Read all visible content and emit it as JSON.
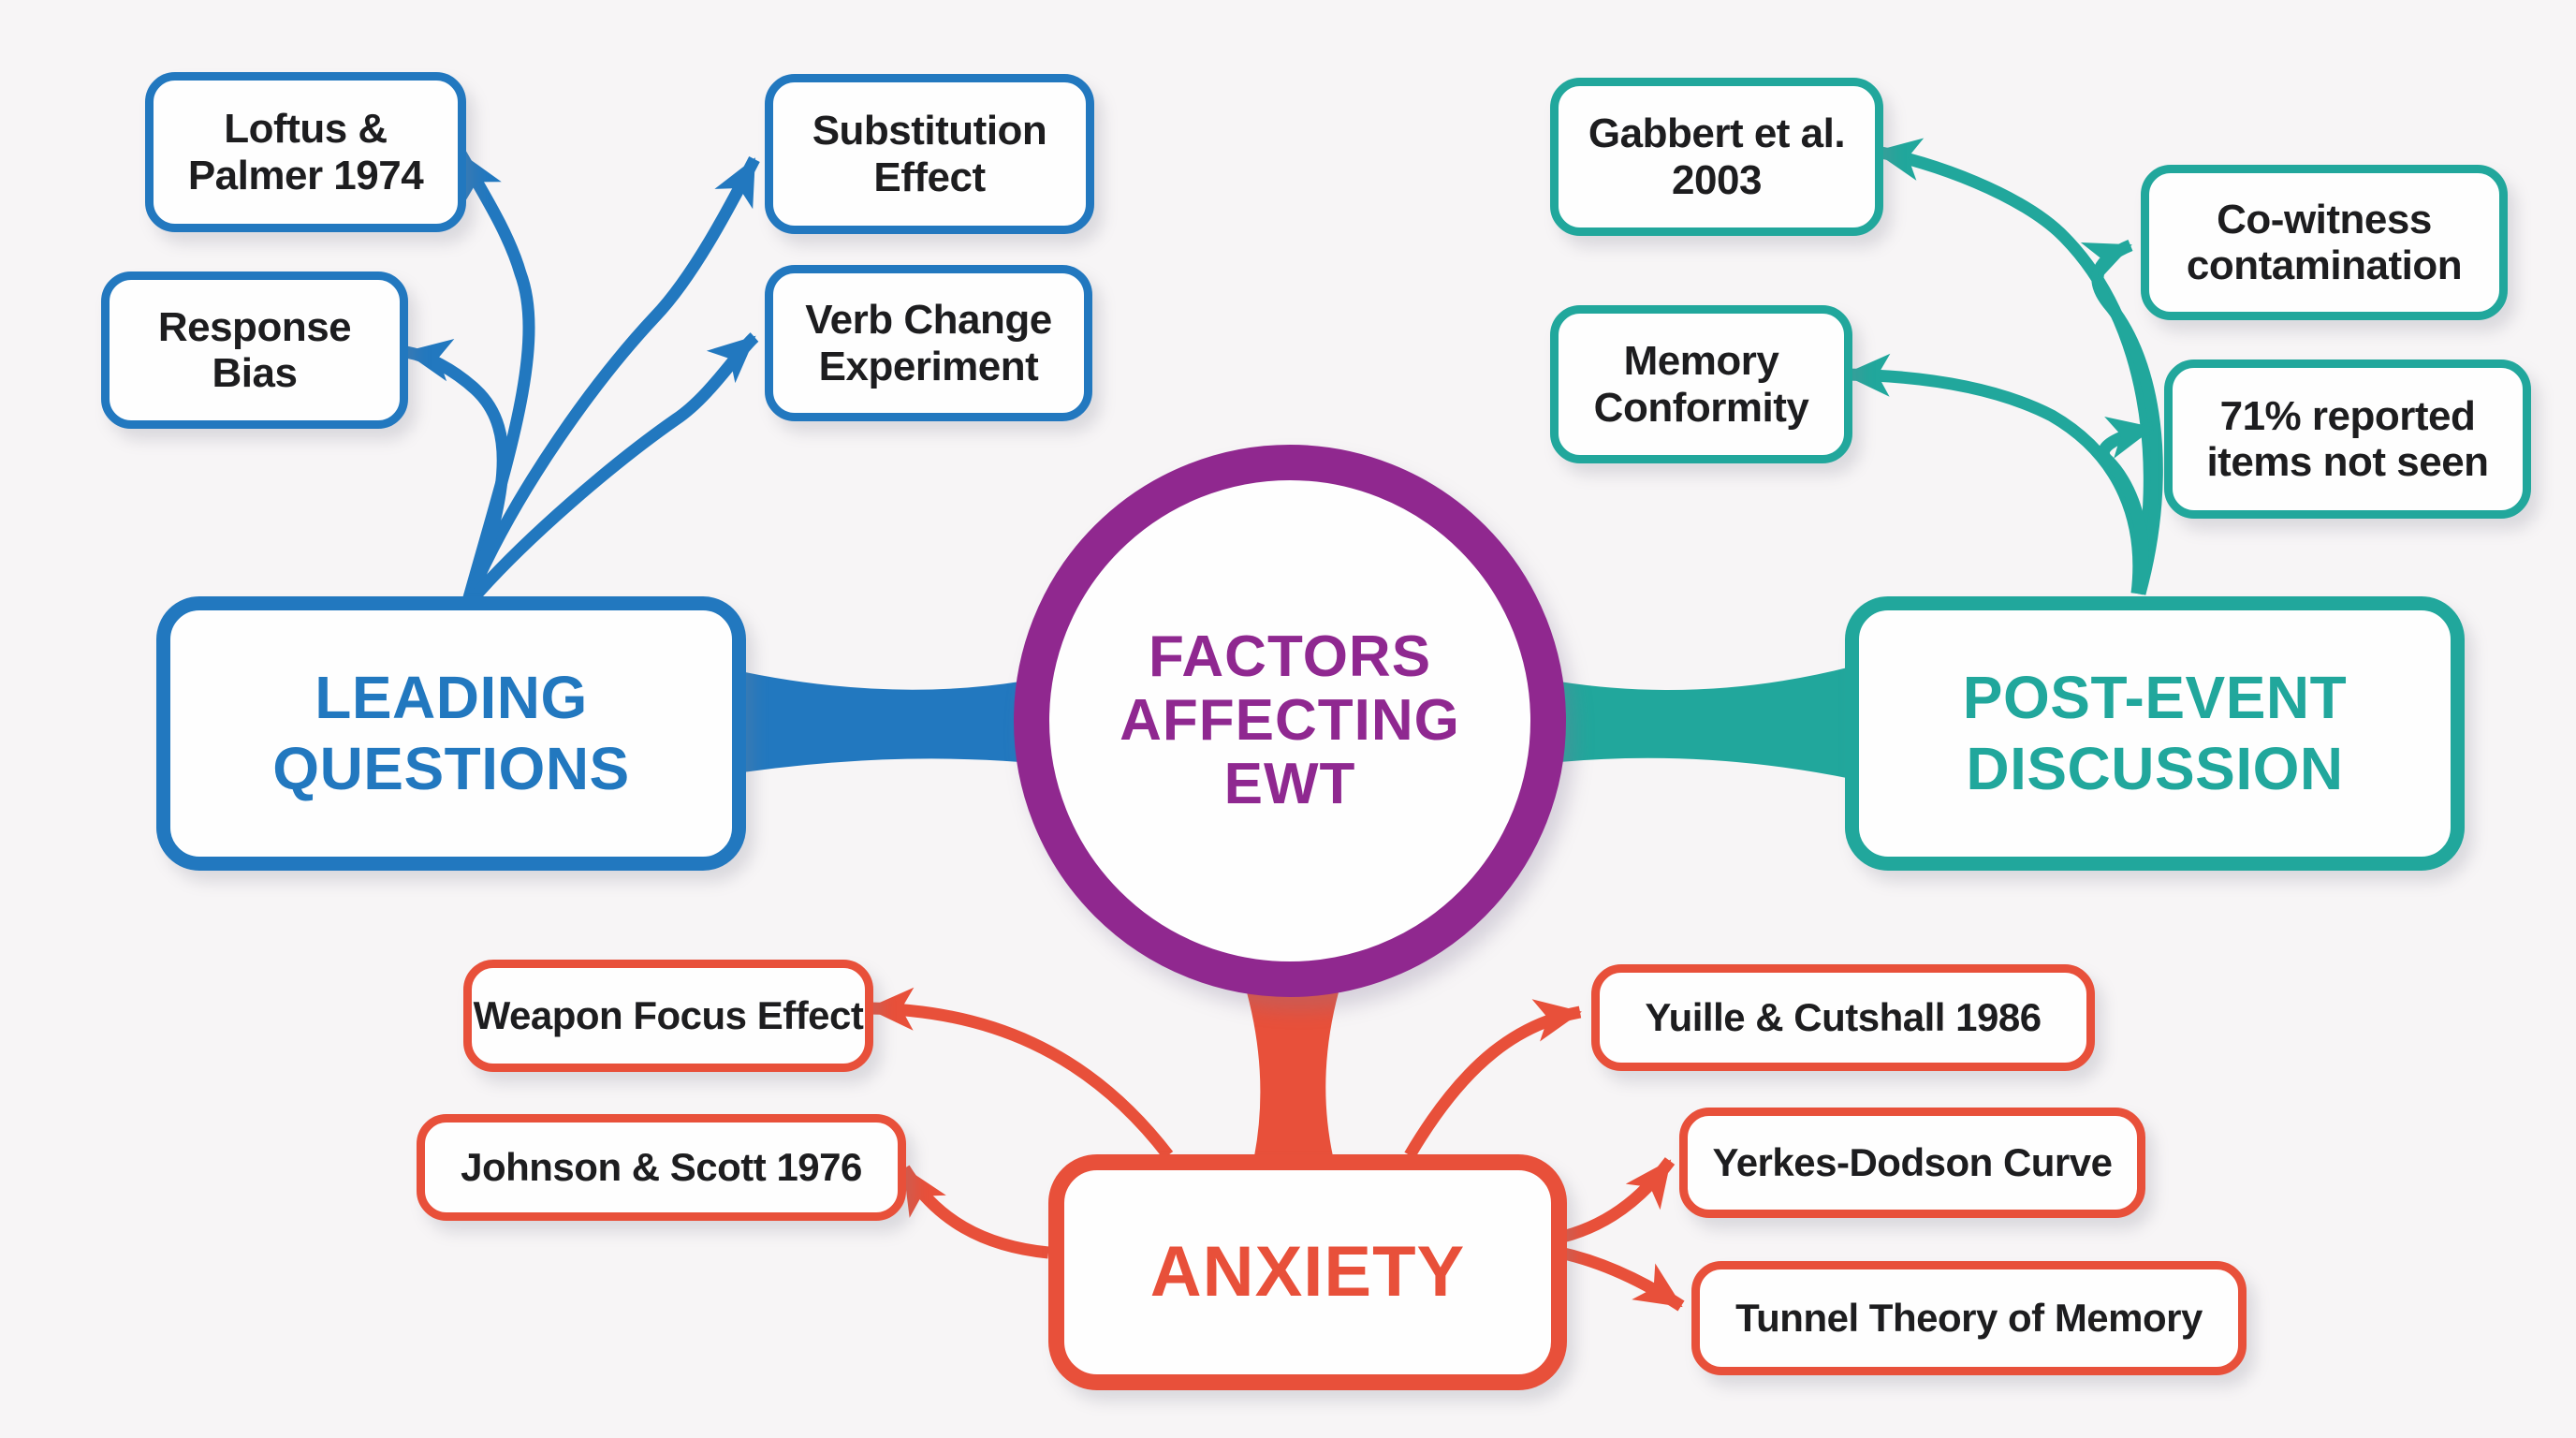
{
  "diagram_title": "FACTORS AFFECTING EWT",
  "center": {
    "label": "FACTORS\nAFFECTING\nEWT"
  },
  "leading": {
    "title": "LEADING\nQUESTIONS",
    "items": {
      "loftus": "Loftus &\nPalmer 1974",
      "substitution": "Substitution\nEffect",
      "response_bias": "Response\nBias",
      "verb_change": "Verb Change\nExperiment"
    }
  },
  "post_event": {
    "title": "POST-EVENT\nDISCUSSION",
    "items": {
      "gabbert": "Gabbert et al.\n2003",
      "co_witness": "Co-witness\ncontamination",
      "memory_conformity": "Memory\nConformity",
      "seventy_one": "71% reported\nitems not seen"
    }
  },
  "anxiety": {
    "title": "ANXIETY",
    "items": {
      "weapon_focus": "Weapon Focus Effect",
      "johnson_scott": "Johnson & Scott 1976",
      "yuille_cutshall": "Yuille & Cutshall 1986",
      "yerkes_dodson": "Yerkes-Dodson Curve",
      "tunnel_theory": "Tunnel Theory of Memory"
    }
  },
  "colors": {
    "blue": "#2278bf",
    "teal": "#21a79c",
    "orange": "#e8503a",
    "purple": "#90288f",
    "node_text": "#1d1d1f",
    "background": "#f7f5f6"
  }
}
